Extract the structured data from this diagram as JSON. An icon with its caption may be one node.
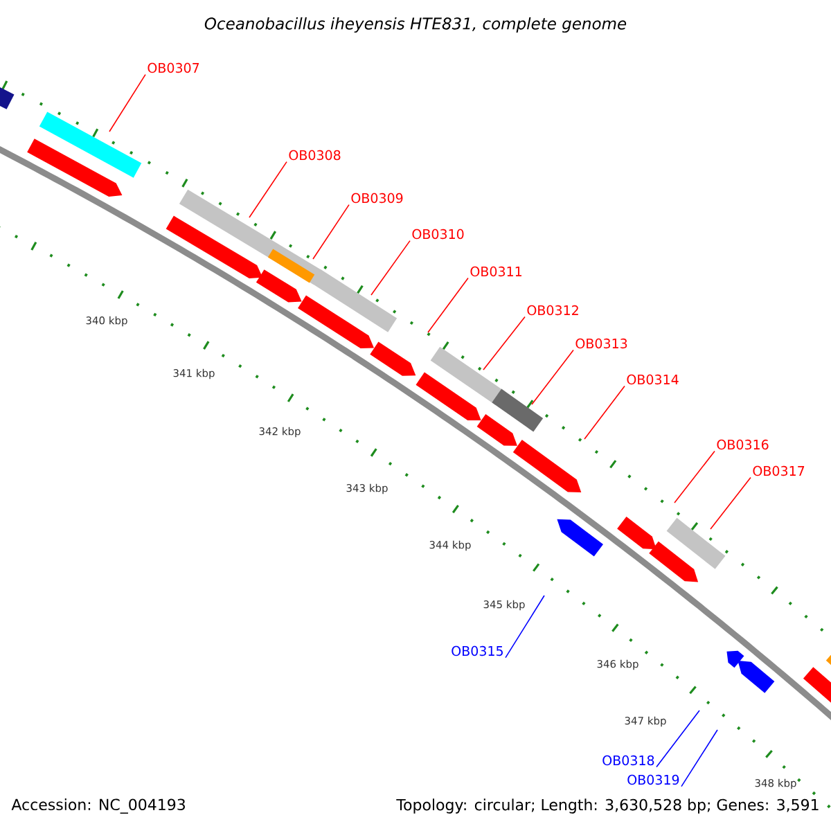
{
  "diagram": {
    "title": "Oceanobacillus iheyensis HTE831, complete genome",
    "nodes": [
      {
        "text": [
          "OB0307"
        ]
      },
      {
        "text": [
          "OB0308"
        ]
      },
      {
        "text": [
          "OB0309"
        ]
      },
      {
        "text": [
          "OB0310"
        ]
      },
      {
        "text": [
          "OB0311"
        ]
      },
      {
        "text": [
          "OB0312"
        ]
      },
      {
        "text": [
          "OB0313"
        ]
      },
      {
        "text": [
          "OB0314"
        ]
      },
      {
        "text": [
          "OB0316"
        ]
      },
      {
        "text": [
          "OB0317"
        ]
      },
      {
        "text": [
          "OB0315"
        ]
      },
      {
        "text": [
          "OB0318"
        ]
      },
      {
        "text": [
          "OB0319"
        ]
      }
    ],
    "edges": [
      {
        "from": 0,
        "to": null,
        "arrow": "none"
      },
      {
        "from": 1,
        "to": null,
        "arrow": "none"
      },
      {
        "from": 2,
        "to": null,
        "arrow": "none"
      },
      {
        "from": 3,
        "to": null,
        "arrow": "none"
      },
      {
        "from": 4,
        "to": null,
        "arrow": "none"
      },
      {
        "from": 5,
        "to": null,
        "arrow": "none"
      },
      {
        "from": 6,
        "to": null,
        "arrow": "none"
      },
      {
        "from": 7,
        "to": null,
        "arrow": "none"
      },
      {
        "from": 8,
        "to": null,
        "arrow": "none"
      },
      {
        "from": 9,
        "to": null,
        "arrow": "none"
      },
      {
        "from": 10,
        "to": null,
        "arrow": "none",
        "color": "#0000ff"
      },
      {
        "from": 11,
        "to": null,
        "arrow": "none",
        "color": "#0000ff"
      },
      {
        "from": 12,
        "to": null,
        "arrow": "none",
        "color": "#0000ff"
      }
    ],
    "labels": [
      "340 kbp",
      "341 kbp",
      "342 kbp",
      "343 kbp",
      "344 kbp",
      "345 kbp",
      "346 kbp",
      "347 kbp",
      "348 kbp",
      "Accession: NC_004193",
      "Topology: circular; Length: 3,630,528 bp; Genes: 3,591"
    ]
  }
}
